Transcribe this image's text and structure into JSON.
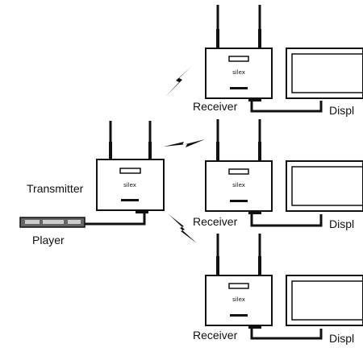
{
  "labels": {
    "transmitter": "Transmitter",
    "player": "Player",
    "receiver_1": "Receiver",
    "receiver_2": "Receiver",
    "receiver_3": "Receiver",
    "display_1": "Displ",
    "display_2": "Displ",
    "display_3": "Displ"
  },
  "device_brand": "silex",
  "icons": {
    "antenna": "antenna-icon",
    "wireless": "lightning-bolt-icon",
    "display": "monitor-icon",
    "player": "media-player-icon"
  },
  "colors": {
    "line": "#111111",
    "device_fill": "#ffffff",
    "background": "#ffffff"
  }
}
